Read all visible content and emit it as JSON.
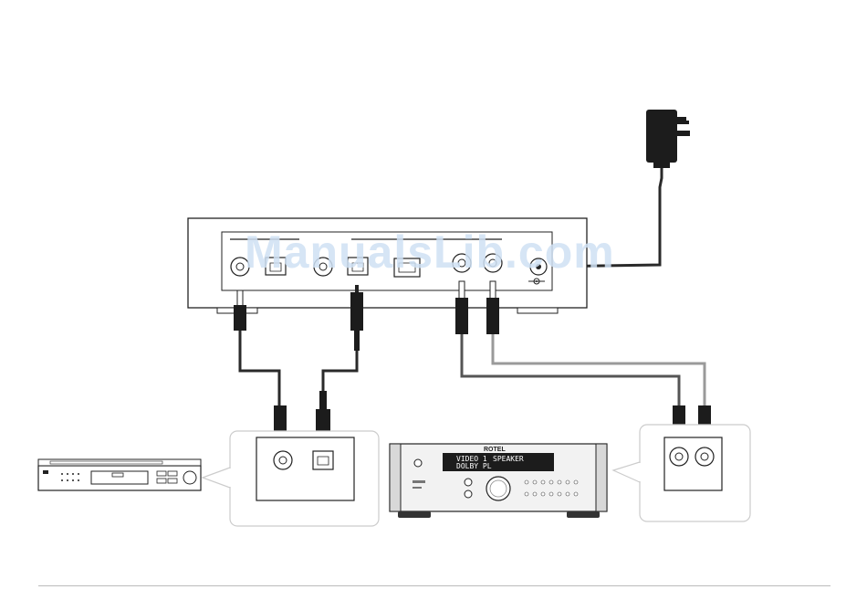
{
  "watermark": "ManualsLib.com",
  "receiver": {
    "brand": "ROTEL",
    "display_line1": "VIDEO 1",
    "display_line1_right": "SPEAKER",
    "display_line2": "DOLBY PL"
  },
  "colors": {
    "device_stroke": "#222222",
    "cable_dark": "#2a2a2a",
    "cable_grey": "#9a9a9a",
    "callout_stroke": "#cccccc",
    "watermark": "#cfe0f3"
  },
  "icons": [
    "power-adapter-icon",
    "dc-input-icon"
  ]
}
